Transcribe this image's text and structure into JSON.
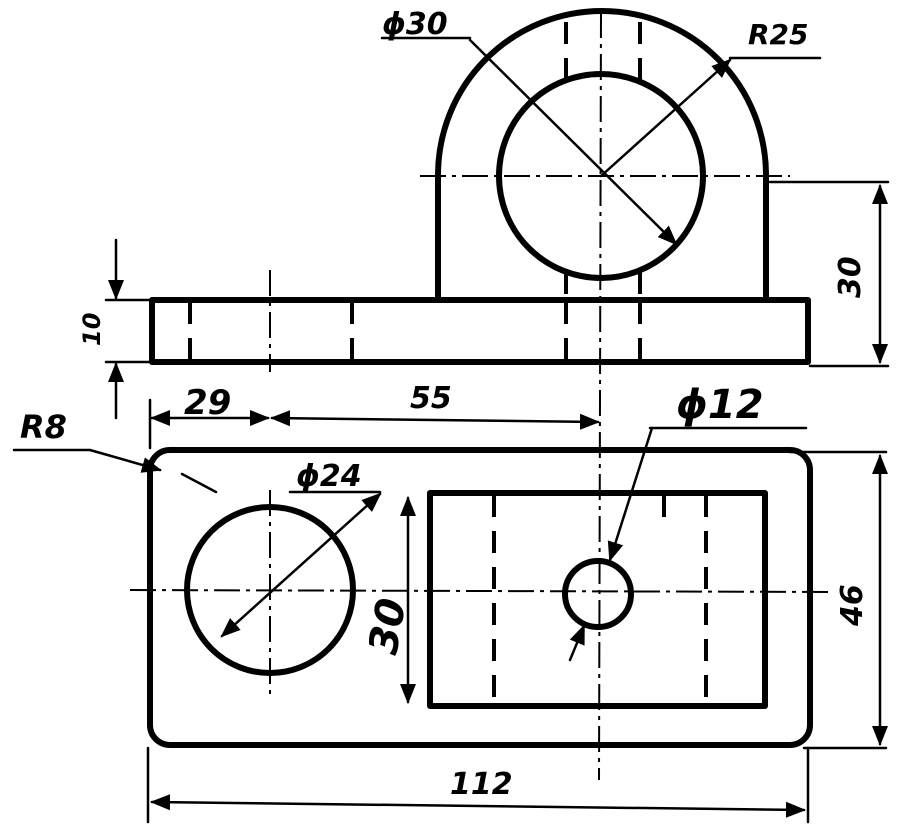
{
  "labels": {
    "dia30": "ϕ30",
    "r25": "R25",
    "h30_right": "30",
    "h10": "10",
    "r8": "R8",
    "d29": "29",
    "d55": "55",
    "dia12": "ϕ12",
    "dia24": "ϕ24",
    "h30_left": "30",
    "d46": "46",
    "d112": "112"
  }
}
